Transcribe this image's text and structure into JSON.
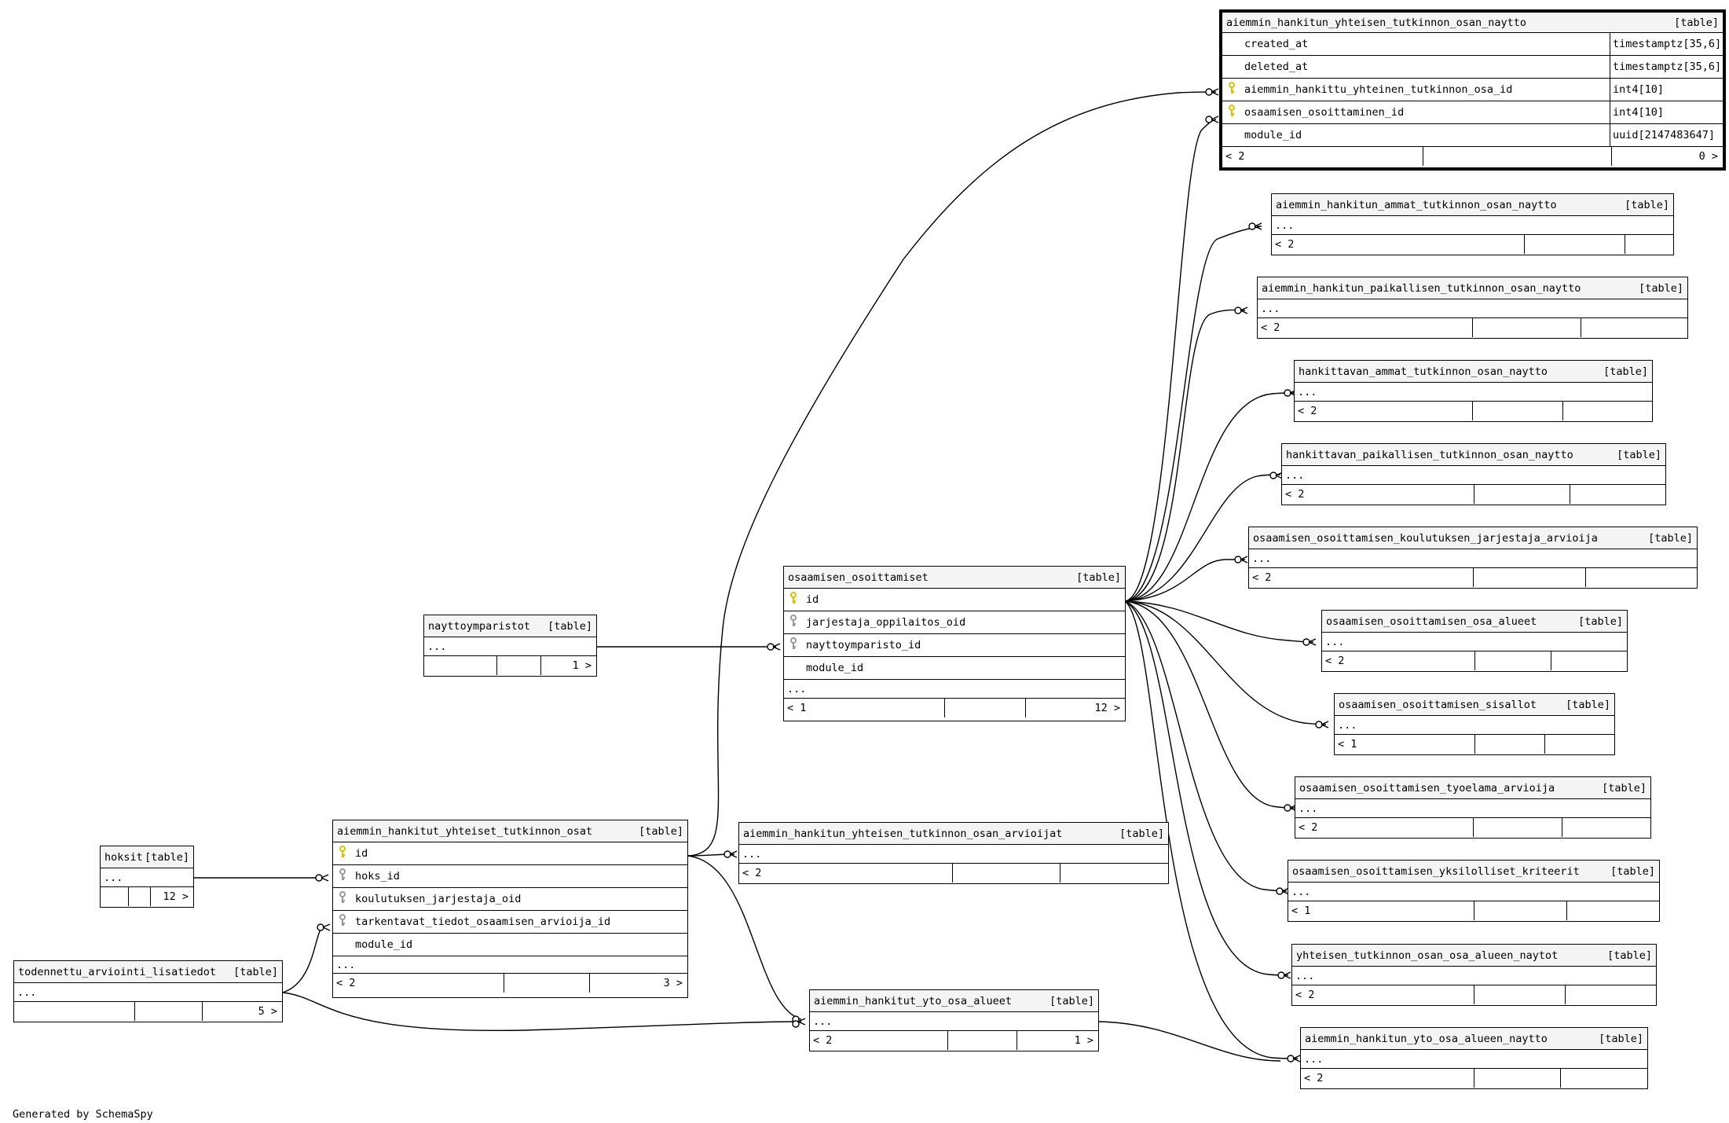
{
  "footer_text": "Generated by SchemaSpy",
  "table_tag": "[table]",
  "tables": {
    "focus": {
      "name": "aiemmin_hankitun_yhteisen_tutkinnon_osan_naytto",
      "columns": [
        {
          "name": "created_at",
          "type": "timestamptz[35,6]",
          "key": "none"
        },
        {
          "name": "deleted_at",
          "type": "timestamptz[35,6]",
          "key": "none"
        },
        {
          "name": "aiemmin_hankittu_yhteinen_tutkinnon_osa_id",
          "type": "int4[10]",
          "key": "primary"
        },
        {
          "name": "osaamisen_osoittaminen_id",
          "type": "int4[10]",
          "key": "primary"
        },
        {
          "name": "module_id",
          "type": "uuid[2147483647]",
          "key": "none"
        }
      ],
      "foot_left": "< 2",
      "foot_right": "0 >"
    },
    "t1": {
      "name": "aiemmin_hankitun_ammat_tutkinnon_osan_naytto",
      "foot_left": "< 2"
    },
    "t2": {
      "name": "aiemmin_hankitun_paikallisen_tutkinnon_osan_naytto",
      "foot_left": "< 2"
    },
    "t3": {
      "name": "hankittavan_ammat_tutkinnon_osan_naytto",
      "foot_left": "< 2"
    },
    "t4": {
      "name": "hankittavan_paikallisen_tutkinnon_osan_naytto",
      "foot_left": "< 2"
    },
    "t5": {
      "name": "osaamisen_osoittamisen_koulutuksen_jarjestaja_arvioija",
      "foot_left": "< 2"
    },
    "t6": {
      "name": "osaamisen_osoittamisen_osa_alueet",
      "foot_left": "< 2"
    },
    "t7": {
      "name": "osaamisen_osoittamisen_sisallot",
      "foot_left": "< 1"
    },
    "t8": {
      "name": "osaamisen_osoittamisen_tyoelama_arvioija",
      "foot_left": "< 2"
    },
    "t9": {
      "name": "osaamisen_osoittamisen_yksilolliset_kriteerit",
      "foot_left": "< 1"
    },
    "t10": {
      "name": "yhteisen_tutkinnon_osan_osa_alueen_naytot",
      "foot_left": "< 2"
    },
    "t11": {
      "name": "aiemmin_hankitun_yto_osa_alueen_naytto",
      "foot_left": "< 2"
    },
    "oso": {
      "name": "osaamisen_osoittamiset",
      "columns": [
        {
          "name": "id",
          "key": "primary"
        },
        {
          "name": "jarjestaja_oppilaitos_oid",
          "key": "index"
        },
        {
          "name": "nayttoymparisto_id",
          "key": "index"
        },
        {
          "name": "module_id",
          "key": "none"
        }
      ],
      "foot_left": "< 1",
      "foot_right": "12 >"
    },
    "nay": {
      "name": "nayttoymparistot",
      "foot_left": "",
      "foot_right": "1 >"
    },
    "ahy": {
      "name": "aiemmin_hankitut_yhteiset_tutkinnon_osat",
      "columns": [
        {
          "name": "id",
          "key": "primary"
        },
        {
          "name": "hoks_id",
          "key": "index"
        },
        {
          "name": "koulutuksen_jarjestaja_oid",
          "key": "index"
        },
        {
          "name": "tarkentavat_tiedot_osaamisen_arvioija_id",
          "key": "index"
        },
        {
          "name": "module_id",
          "key": "none"
        }
      ],
      "foot_left": "< 2",
      "foot_right": "3 >"
    },
    "arv": {
      "name": "aiemmin_hankitun_yhteisen_tutkinnon_osan_arvioijat",
      "foot_left": "< 2"
    },
    "hok": {
      "name": "hoksit",
      "foot_left": "",
      "foot_right": "12 >"
    },
    "tod": {
      "name": "todennettu_arviointi_lisatiedot",
      "foot_left": "",
      "foot_right": "5 >"
    },
    "yto": {
      "name": "aiemmin_hankitut_yto_osa_alueet",
      "foot_left": "< 2",
      "foot_right": "1 >"
    }
  },
  "ellipsis": "...",
  "colors": {
    "primary_key": "#e0c000",
    "index_key": "#9a9a9a",
    "header_bg": "#f4f4f4"
  }
}
